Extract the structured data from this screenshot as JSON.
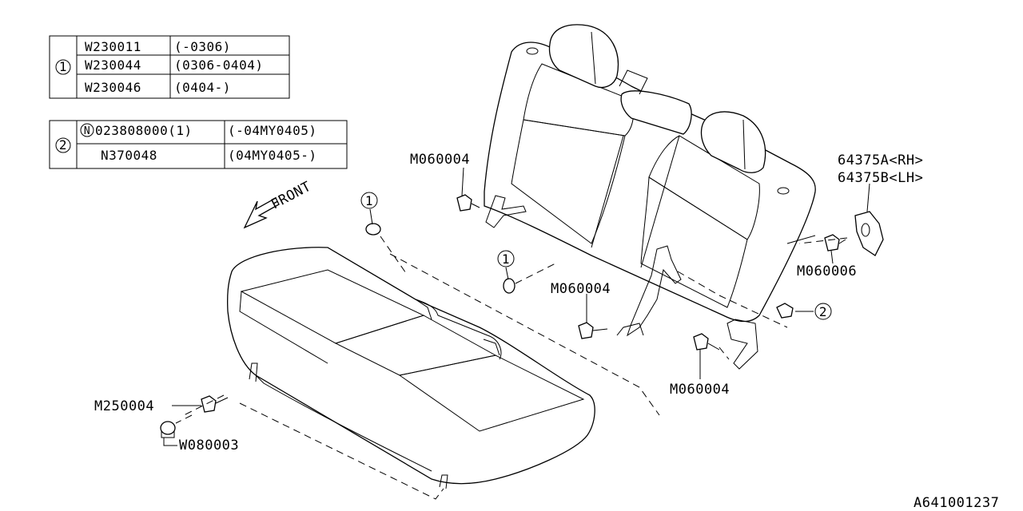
{
  "table1": {
    "callout": "1",
    "rows": [
      {
        "part": "W230011",
        "range": "(-0306)"
      },
      {
        "part": "W230044",
        "range": "(0306-0404)"
      },
      {
        "part": "W230046",
        "range": "(0404-)"
      }
    ]
  },
  "table2": {
    "callout": "2",
    "rows": [
      {
        "prefix": "N",
        "part": "023808000(1)",
        "range": "(-04MY0405)"
      },
      {
        "prefix": "",
        "part": "N370048",
        "range": "(04MY0405-)"
      }
    ]
  },
  "front_label": "FRONT",
  "labels": {
    "m060004_a": "M060004",
    "m060004_b": "M060004",
    "m060004_c": "M060004",
    "m060006": "M060006",
    "m250004": "M250004",
    "w080003": "W080003",
    "p64375a": "64375A<RH>",
    "p64375b": "64375B<LH>"
  },
  "callouts": {
    "c1_a": "1",
    "c1_b": "1",
    "c2": "2"
  },
  "diagram_id": "A641001237"
}
